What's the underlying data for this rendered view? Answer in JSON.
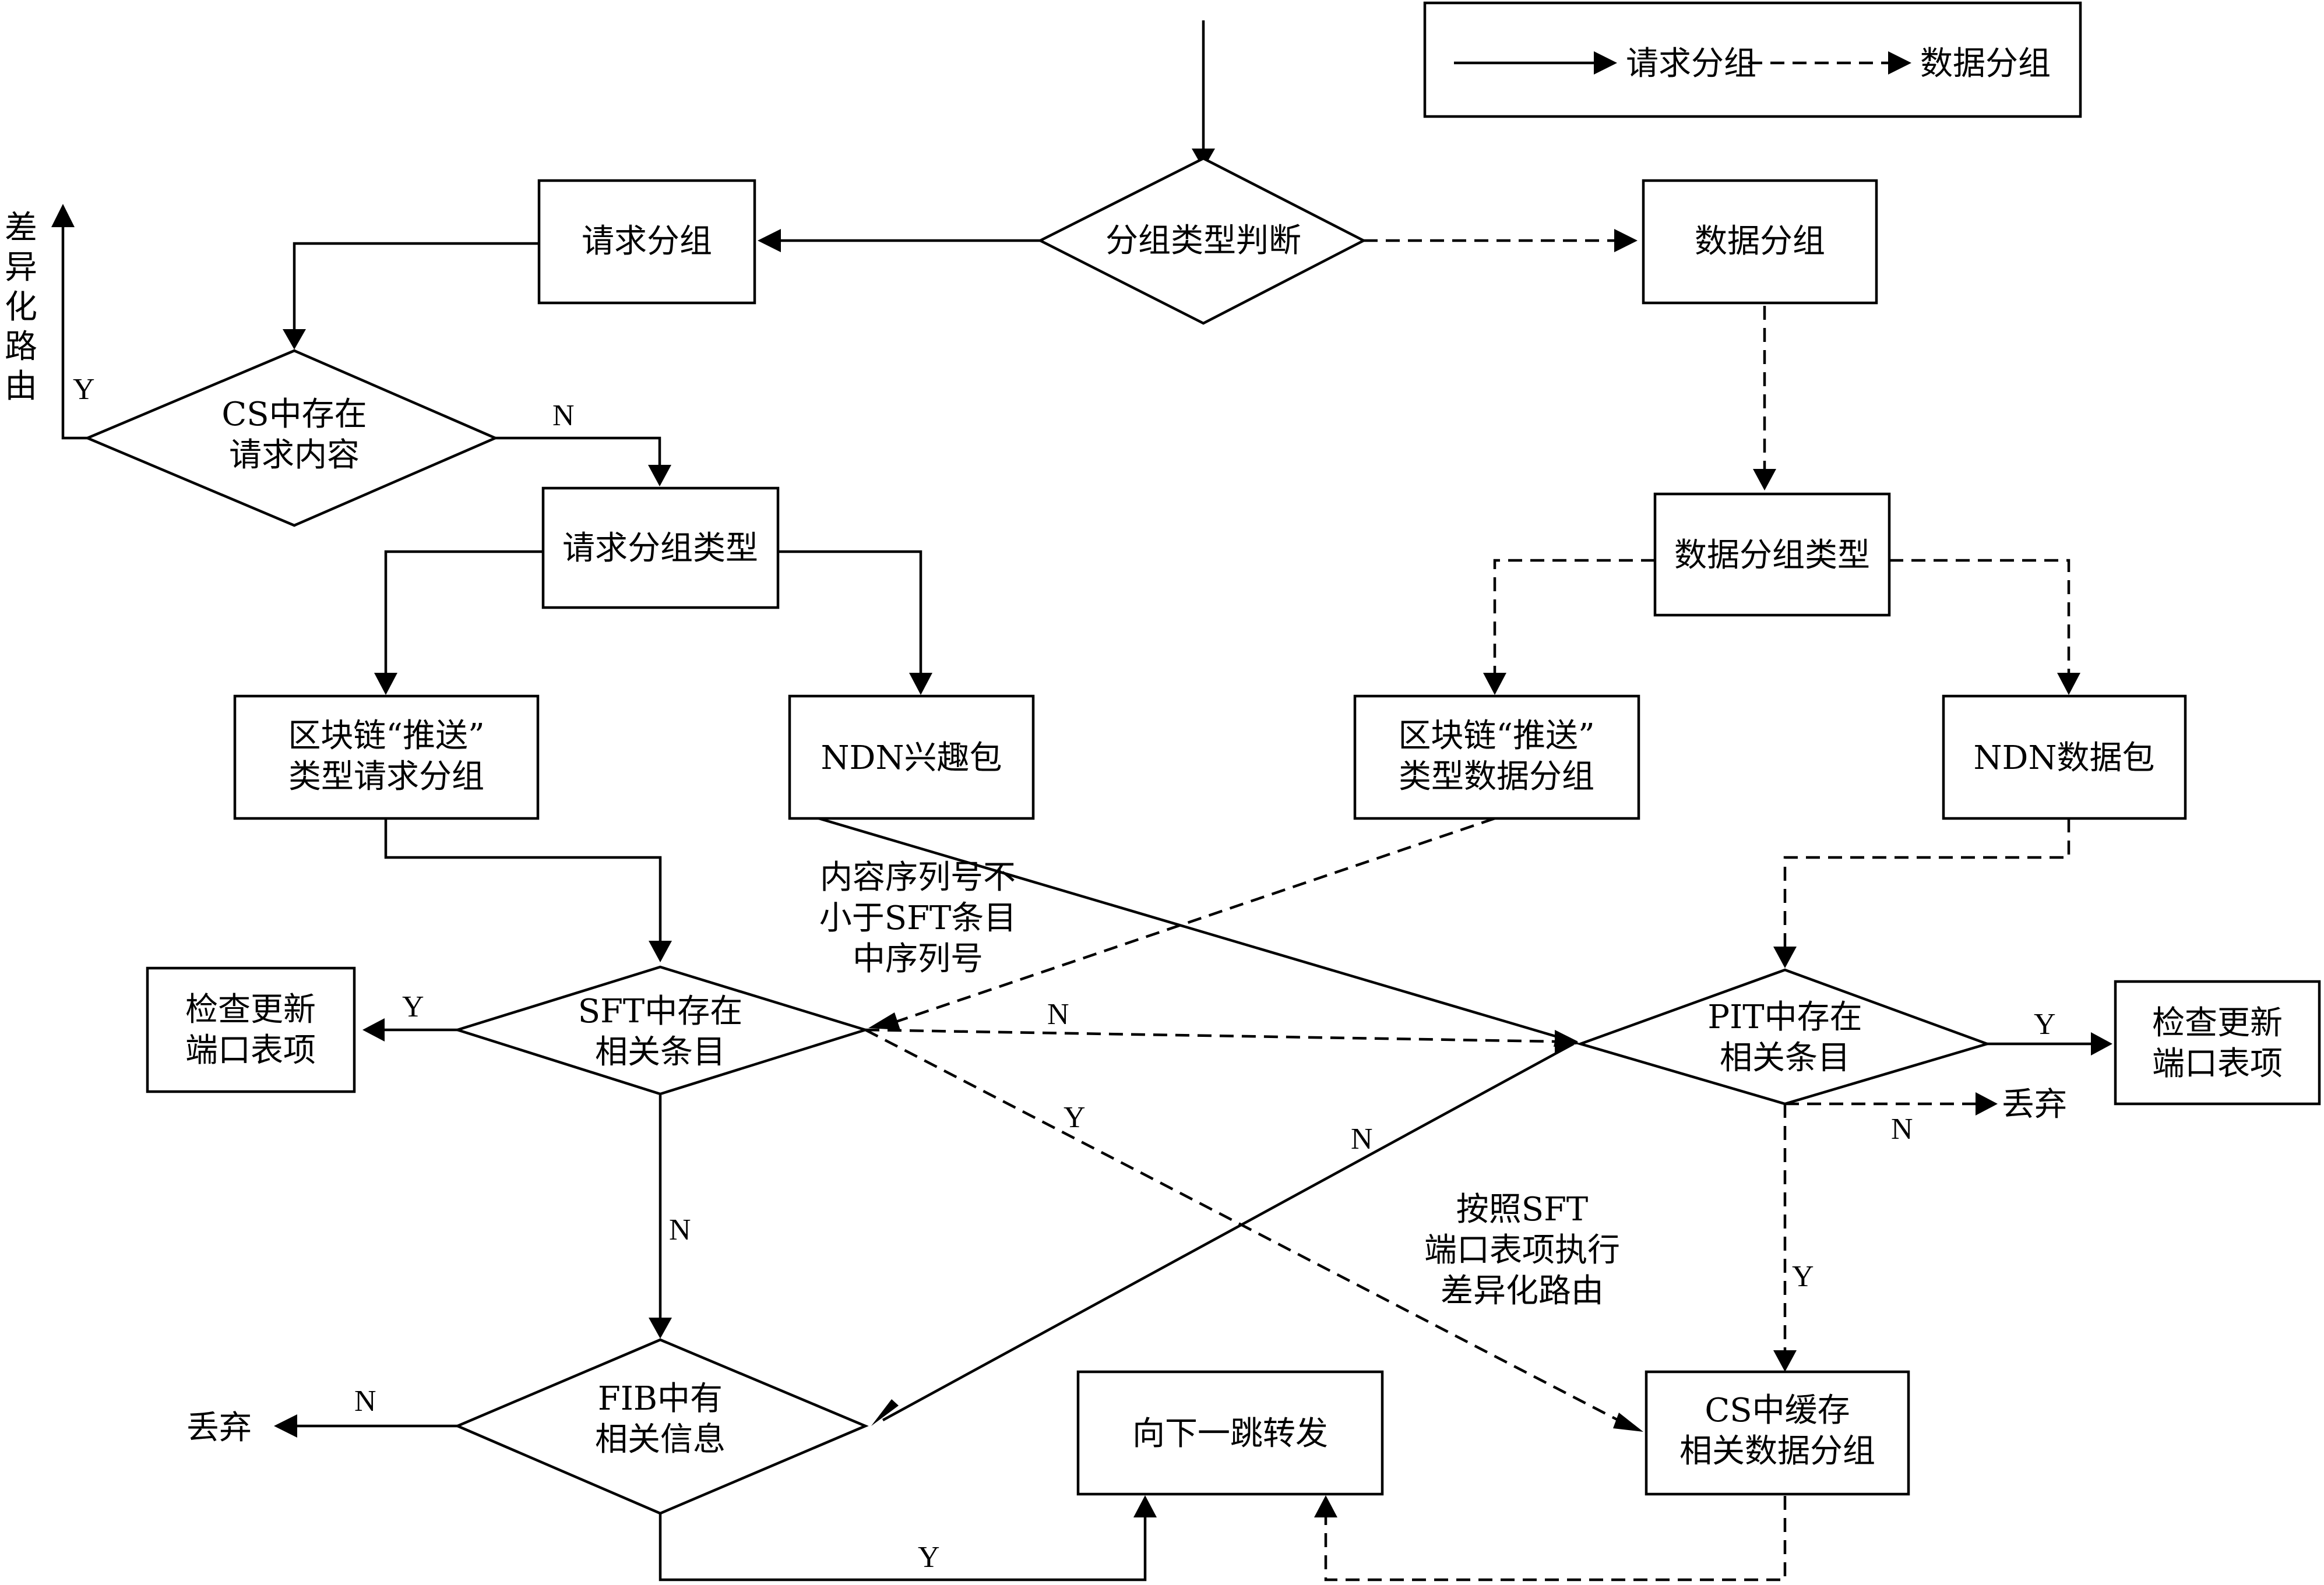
{
  "legend": {
    "request": "请求分组",
    "data": "数据分组"
  },
  "nodes": {
    "type_judge": "分组类型判断",
    "request_packet": "请求分组",
    "data_packet": "数据分组",
    "cs_exists": [
      "CS中存在",
      "请求内容"
    ],
    "request_type": "请求分组类型",
    "data_type": "数据分组类型",
    "bc_push_request": [
      "区块链“推送”",
      "类型请求分组"
    ],
    "ndn_interest": "NDN兴趣包",
    "bc_push_data": [
      "区块链“推送”",
      "类型数据分组"
    ],
    "ndn_data": "NDN数据包",
    "sft_exists": [
      "SFT中存在",
      "相关条目"
    ],
    "pit_exists": [
      "PIT中存在",
      "相关条目"
    ],
    "check_update_left": [
      "检查更新",
      "端口表项"
    ],
    "check_update_right": [
      "检查更新",
      "端口表项"
    ],
    "fib_has": [
      "FIB中有",
      "相关信息"
    ],
    "forward_next_hop": "向下一跳转发",
    "cs_cache": [
      "CS中缓存",
      "相关数据分组"
    ]
  },
  "side_text": [
    "差",
    "异",
    "化",
    "路",
    "由"
  ],
  "annotations": {
    "seq_condition": [
      "内容序列号不",
      "小于SFT条目",
      "中序列号"
    ],
    "sft_routing": [
      "按照SFT",
      "端口表项执行",
      "差异化路由"
    ],
    "discard_left": "丢弃",
    "discard_right": "丢弃"
  },
  "edge_labels": {
    "cs_yes": "Y",
    "cs_no": "N",
    "sft_yes_left": "Y",
    "sft_no_pit": "N",
    "sft_yes_cs": "Y",
    "sft_no_down": "N",
    "pit_no_fib": "N",
    "pit_yes_right": "Y",
    "pit_no_discard": "N",
    "pit_yes_down": "Y",
    "fib_no": "N",
    "fib_yes": "Y"
  }
}
